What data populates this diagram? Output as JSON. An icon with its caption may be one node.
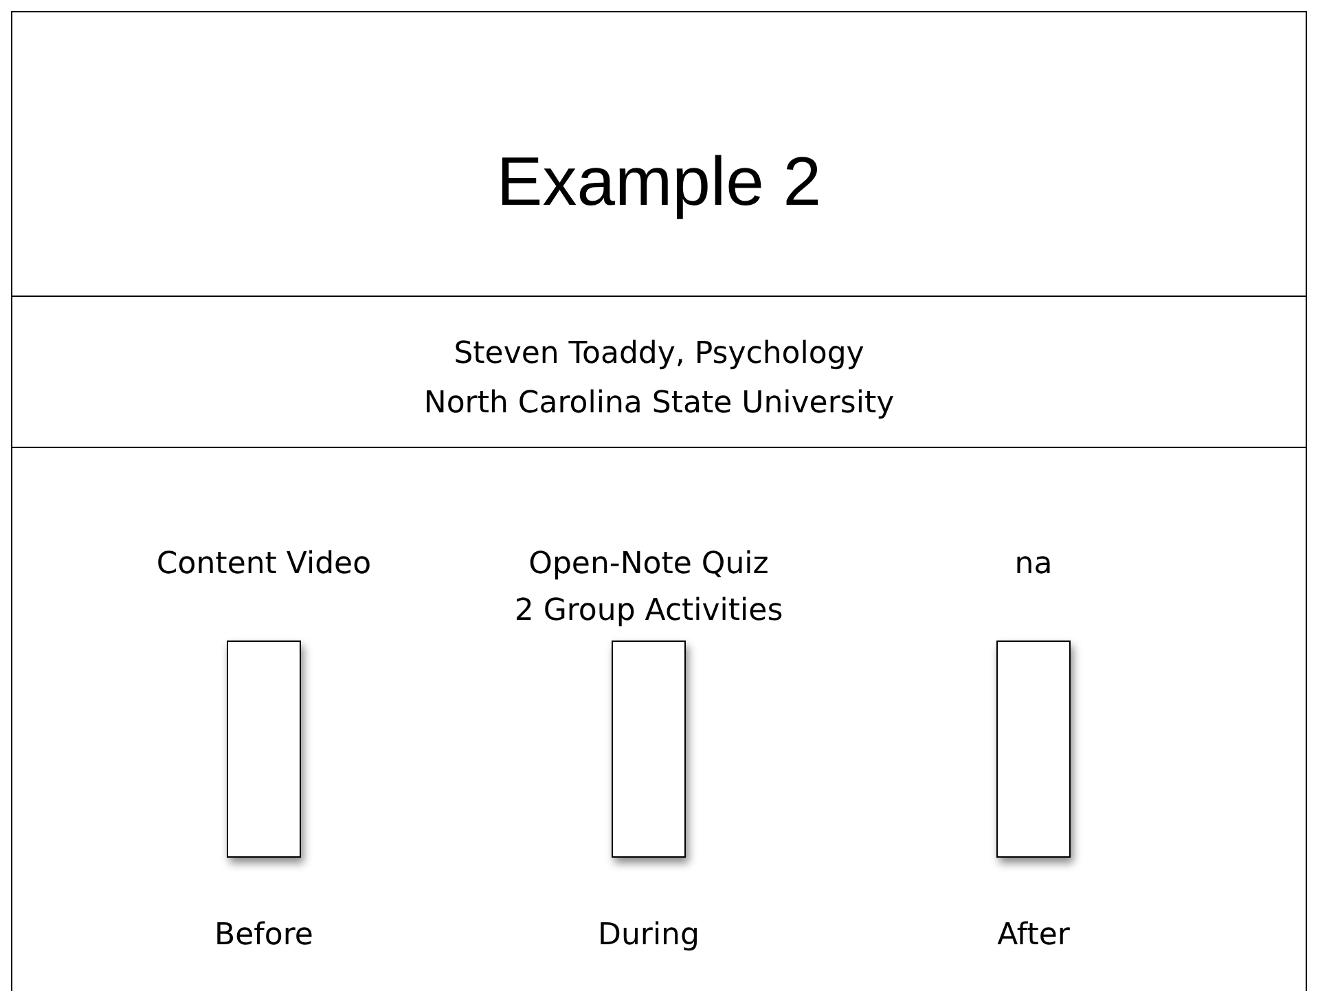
{
  "diagram": {
    "title": "Example 2",
    "nodes": [
      {
        "text": [],
        "shape": "box",
        "beside": [
          "Content Video",
          "Before"
        ]
      },
      {
        "text": [],
        "shape": "box",
        "beside": [
          "Open-Note Quiz",
          "2 Group Activities",
          "During"
        ]
      },
      {
        "text": [],
        "shape": "box",
        "beside": [
          "na",
          "After"
        ]
      }
    ],
    "labels": [
      "Steven Toaddy, Psychology",
      "North Carolina State University"
    ]
  }
}
